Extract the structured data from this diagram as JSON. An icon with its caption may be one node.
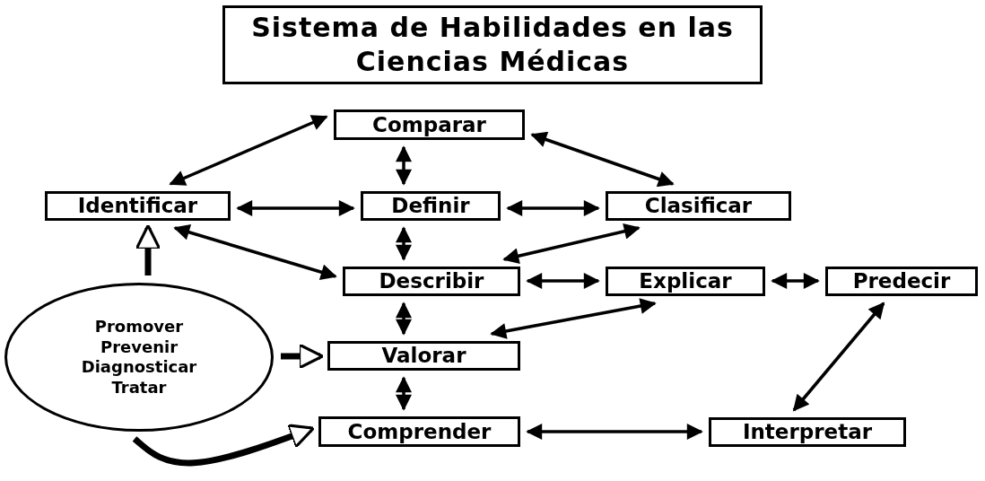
{
  "diagram": {
    "title": "Sistema de Habilidades en las Ciencias Médicas",
    "nodes": [
      {
        "text": [
          "Comparar"
        ]
      },
      {
        "text": [
          "Identificar"
        ]
      },
      {
        "text": [
          "Definir"
        ]
      },
      {
        "text": [
          "Clasificar"
        ]
      },
      {
        "text": [
          "Describir"
        ]
      },
      {
        "text": [
          "Explicar"
        ]
      },
      {
        "text": [
          "Predecir"
        ]
      },
      {
        "text": [
          "Promover",
          "Prevenir",
          "Diagnosticar",
          "Tratar"
        ]
      },
      {
        "text": [
          "Valorar"
        ]
      },
      {
        "text": [
          "Comprender"
        ]
      },
      {
        "text": [
          "Interpretar"
        ]
      }
    ],
    "edges": [
      {
        "from": 0,
        "to": 1,
        "arrow": "both"
      },
      {
        "from": 0,
        "to": 2,
        "arrow": "both"
      },
      {
        "from": 0,
        "to": 3,
        "arrow": "both"
      },
      {
        "from": 1,
        "to": 2,
        "arrow": "both"
      },
      {
        "from": 2,
        "to": 3,
        "arrow": "both"
      },
      {
        "from": 2,
        "to": 4,
        "arrow": "both"
      },
      {
        "from": 1,
        "to": 4,
        "arrow": "both"
      },
      {
        "from": 3,
        "to": 4,
        "arrow": "both"
      },
      {
        "from": 4,
        "to": 5,
        "arrow": "both"
      },
      {
        "from": 5,
        "to": 6,
        "arrow": "both"
      },
      {
        "from": 4,
        "to": 8,
        "arrow": "both"
      },
      {
        "from": 8,
        "to": 5,
        "arrow": "both"
      },
      {
        "from": 6,
        "to": 10,
        "arrow": "both"
      },
      {
        "from": 8,
        "to": 9,
        "arrow": "both"
      },
      {
        "from": 9,
        "to": 10,
        "arrow": "both"
      },
      {
        "from": 7,
        "to": 1,
        "arrow": "to",
        "style": "thick"
      },
      {
        "from": 7,
        "to": 8,
        "arrow": "to",
        "style": "thick"
      },
      {
        "from": 7,
        "to": 9,
        "arrow": "to",
        "style": "thick"
      }
    ]
  }
}
